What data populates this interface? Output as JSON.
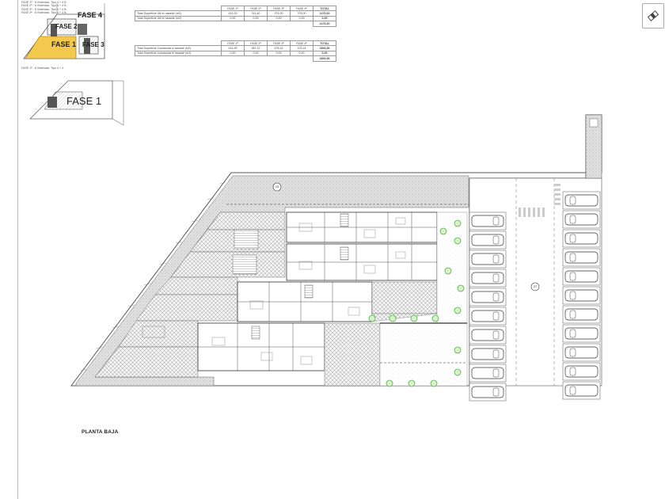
{
  "key_plan": {
    "legend_lines": [
      "FASE 1ª · 8 Viviendas. Tipo 4 + 4 B.",
      "FASE 2ª · 8 Viviendas. Tipo 4 + 4 B.",
      "FASE 3ª · 8 Viviendas. Tipo 4 + 4 B.",
      "FASE 4ª · 8 Viviendas. Tipo 4 + 4 B."
    ],
    "labels": [
      "FASE 4",
      "FASE 2",
      "FASE 1",
      "FASE 3"
    ],
    "highlight_color": "#f2c94c",
    "second_caption": "FASE 1ª · 8 Viviendas. Tipo 4 + 4",
    "second_label": "FASE 1"
  },
  "table_useful": {
    "headers": [
      "FASE 1ª",
      "FASE 2ª",
      "FASE 3ª",
      "FASE 4ª",
      "TOTAL"
    ],
    "rows": [
      {
        "label": "Total Superficie Útil s/ rasante (m2)",
        "values": [
          "415,20",
          "311,40",
          "374,00",
          "376,00",
          "1476,60"
        ]
      },
      {
        "label": "Total Superficie Útil b/ rasante (m2)",
        "values": [
          "0,00",
          "0,00",
          "0,00",
          "0,00",
          "0,00"
        ]
      }
    ],
    "total": "1476,60"
  },
  "table_built": {
    "headers": [
      "FASE 1ª",
      "FASE 2ª",
      "FASE 3ª",
      "FASE 4ª",
      "TOTAL"
    ],
    "rows": [
      {
        "label": "Total Superficie Construida s/ rasante (m2)",
        "values": [
          "514,99",
          "387,12",
          "476,24",
          "476,24",
          "1854,56"
        ]
      },
      {
        "label": "Total Superficie Construida b/ rasante (m2)",
        "values": [
          "0,00",
          "0,00",
          "0,00",
          "0,00",
          "0,00"
        ]
      }
    ],
    "total": "1854,56"
  },
  "plan": {
    "title": "PLANTA BAJA",
    "parking_left_count": 10,
    "parking_right_count": 11,
    "circle_markers": [
      "15",
      "27"
    ]
  }
}
